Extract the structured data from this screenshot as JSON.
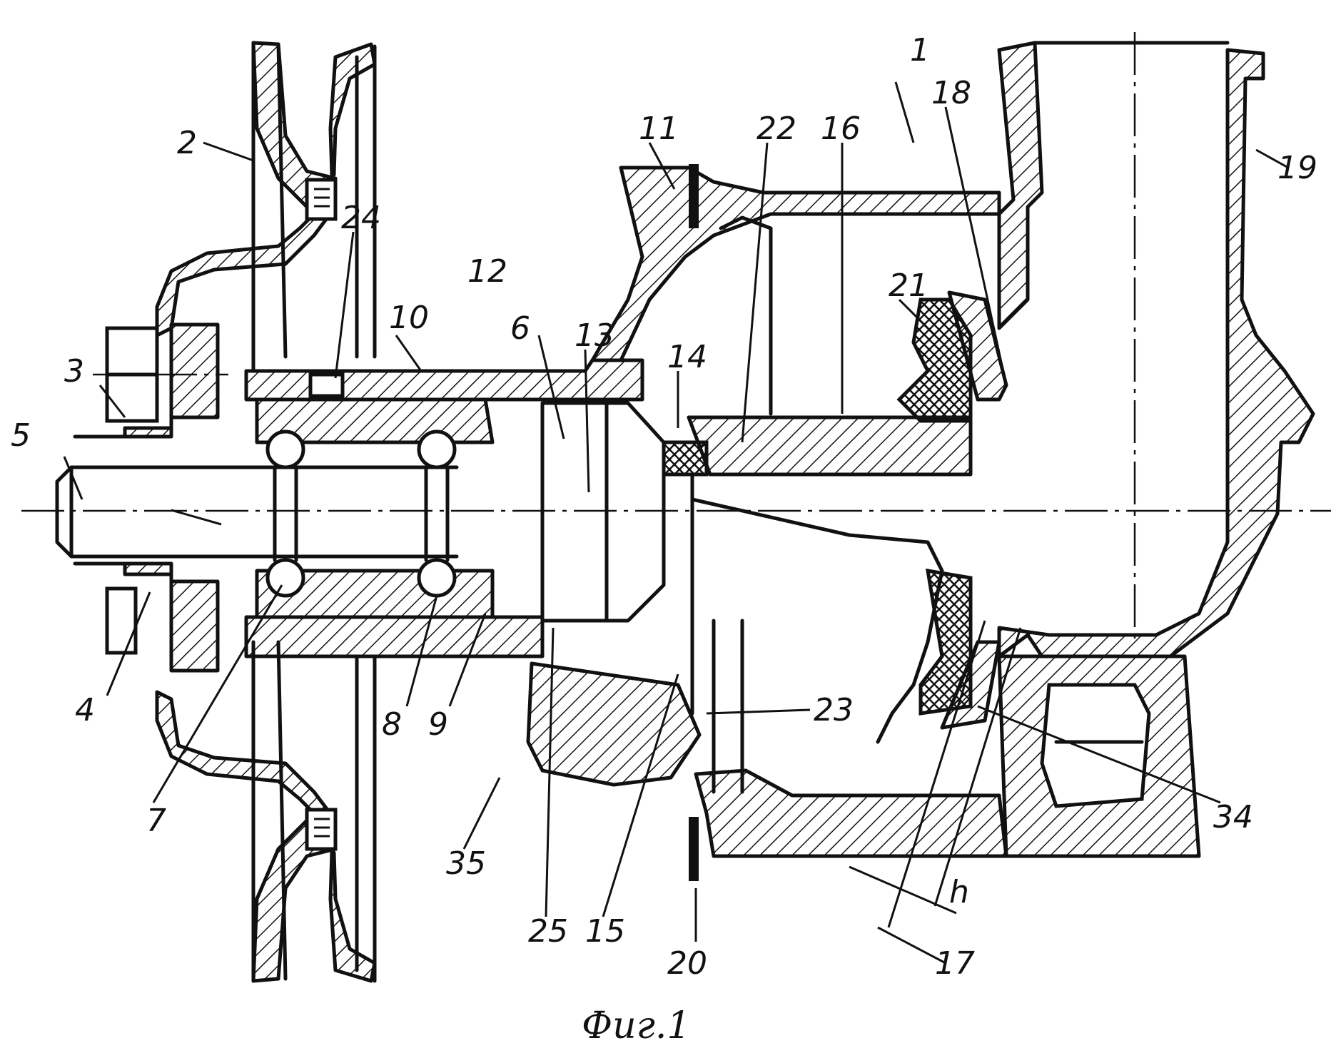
{
  "figure": {
    "caption": "Фиг.1",
    "callouts": [
      "1",
      "2",
      "3",
      "4",
      "5",
      "6",
      "7",
      "8",
      "9",
      "10",
      "11",
      "12",
      "13",
      "14",
      "15",
      "16",
      "17",
      "18",
      "19",
      "20",
      "21",
      "22",
      "23",
      "24",
      "25",
      "34",
      "35",
      "h"
    ]
  }
}
